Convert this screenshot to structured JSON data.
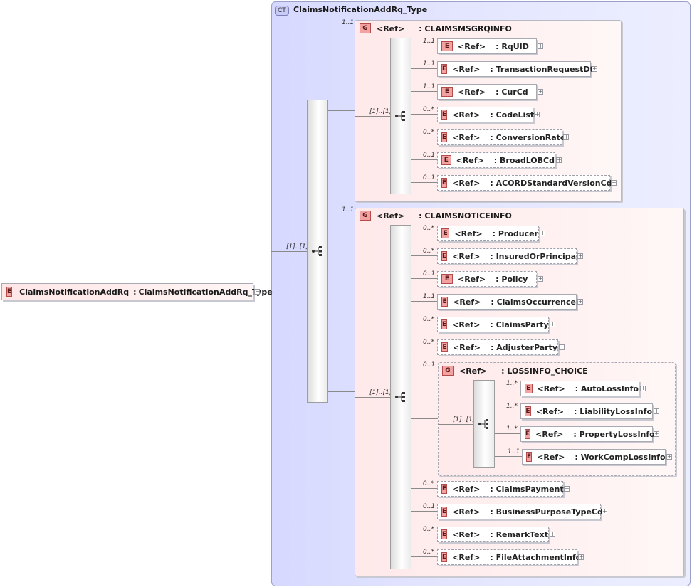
{
  "complex_type": {
    "badge": "CT",
    "name": "ClaimsNotificationAddRq_Type"
  },
  "root": {
    "badge": "E",
    "name": "ClaimsNotificationAddRq",
    "separator": ":",
    "type": "ClaimsNotificationAddRq_Type"
  },
  "labels": {
    "ref": "<Ref>",
    "element_badge": "E",
    "group_badge": "G",
    "colon": ":",
    "expand": "+",
    "collapse": "−"
  },
  "seq_main_card": "[1]..[1]",
  "groups": [
    {
      "name": "CLAIMSMSGRQINFO",
      "card": "1..1",
      "seq_card": "[1]..[1]",
      "elements": [
        {
          "card": "1..1",
          "name": "RqUID",
          "optional": false
        },
        {
          "card": "1..1",
          "name": "TransactionRequestDt",
          "optional": false
        },
        {
          "card": "1..1",
          "name": "CurCd",
          "optional": false
        },
        {
          "card": "0..*",
          "name": "CodeList",
          "optional": true
        },
        {
          "card": "0..*",
          "name": "ConversionRate",
          "optional": true
        },
        {
          "card": "0..1",
          "name": "BroadLOBCd",
          "optional": true
        },
        {
          "card": "0..1",
          "name": "ACORDStandardVersionCd",
          "optional": true
        }
      ]
    },
    {
      "name": "CLAIMSNOTICEINFO",
      "card": "1..1",
      "seq_card": "[1]..[1]",
      "elements": [
        {
          "card": "0..*",
          "name": "Producer",
          "optional": true
        },
        {
          "card": "0..*",
          "name": "InsuredOrPrincipal",
          "optional": true
        },
        {
          "card": "0..1",
          "name": "Policy",
          "optional": true
        },
        {
          "card": "1..1",
          "name": "ClaimsOccurrence",
          "optional": false
        },
        {
          "card": "0..*",
          "name": "ClaimsParty",
          "optional": true
        },
        {
          "card": "0..*",
          "name": "AdjusterParty",
          "optional": true
        }
      ],
      "choice": {
        "name": "LOSSINFO_CHOICE",
        "card": "0..1",
        "seq_card": "[1]..[1]",
        "elements": [
          {
            "card": "1..*",
            "name": "AutoLossInfo",
            "optional": false
          },
          {
            "card": "1..*",
            "name": "LiabilityLossInfo",
            "optional": false
          },
          {
            "card": "1..*",
            "name": "PropertyLossInfo",
            "optional": false
          },
          {
            "card": "1..1",
            "name": "WorkCompLossInfo",
            "optional": false
          }
        ]
      },
      "elements_after": [
        {
          "card": "0..*",
          "name": "ClaimsPayment",
          "optional": true
        },
        {
          "card": "0..1",
          "name": "BusinessPurposeTypeCd",
          "optional": true
        },
        {
          "card": "0..*",
          "name": "RemarkText",
          "optional": true
        },
        {
          "card": "0..*",
          "name": "FileAttachmentInfo",
          "optional": true
        }
      ]
    }
  ]
}
